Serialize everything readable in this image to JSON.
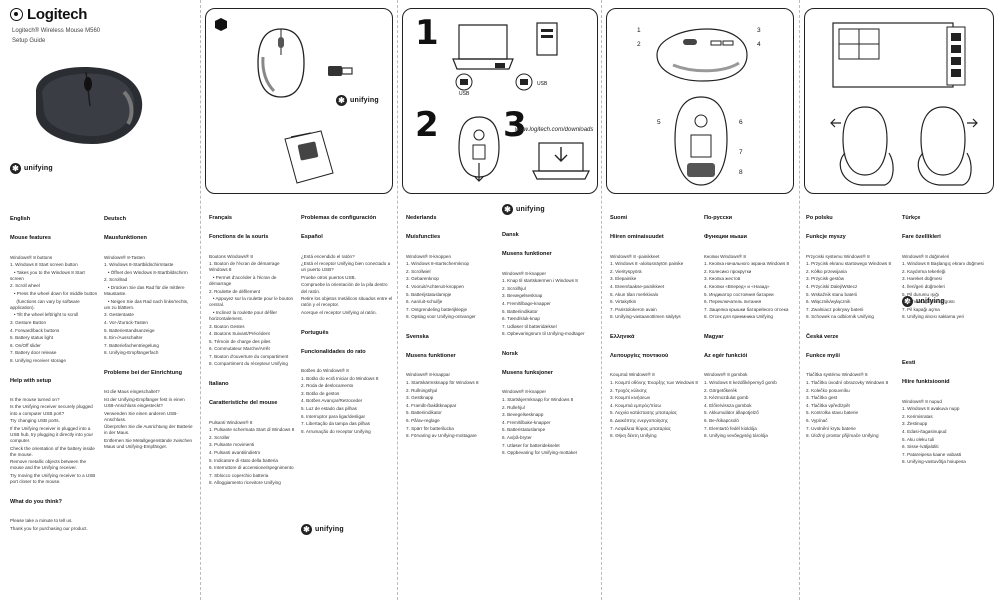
{
  "brand": {
    "name": "Logitech",
    "product": "Logitech® Wireless Mouse M560",
    "guide": "Setup Guide"
  },
  "unifying": {
    "label": "unifying"
  },
  "steps": {
    "one": "1",
    "two": "2",
    "three": "3",
    "url": "www.logitech.com/downloads"
  },
  "usb_labels": {
    "left": "USB",
    "right": "USB"
  },
  "callouts": [
    "1",
    "2",
    "3",
    "4",
    "5",
    "6",
    "7",
    "8"
  ],
  "columns": {
    "english": {
      "heading": "English",
      "subheading": "Mouse features",
      "lines": [
        "Windows® 8 buttons",
        "1. Windows 8 Start screen button",
        "   • Takes you to the Windows 8 Start screen",
        "2. Scroll wheel",
        "   • Press the wheel down for middle button",
        "     (functions can vary by software application).",
        "   • Tilt the wheel left/right to scroll",
        "3. Gesture Button",
        "4. Forward/back buttons",
        "5. Battery status light",
        "6. On/Off slider",
        "7. Battery door release",
        "8. Unifying receiver storage"
      ],
      "section2": "Help with setup",
      "lines2": [
        "Is the mouse turned on?",
        "Is the Unifying receiver securely plugged into a computer USB port?",
        "Try changing USB ports.",
        "If the Unifying receiver is plugged into a USB hub, try plugging it directly into your computer.",
        "Check the orientation of the battery inside the mouse.",
        "Remove metallic objects between the mouse and the Unifying receiver.",
        "Try moving the Unifying receiver to a USB port closer to the mouse."
      ],
      "section3": "What do you think?",
      "lines3": [
        "Please take a minute to tell us.",
        "Thank you for purchasing our product."
      ]
    },
    "deutsch": {
      "heading": "Deutsch",
      "subheading": "Mausfunktionen",
      "lines": [
        "Windows® 8-Tasten",
        "1. Windows 8-Startbildschirmtaste",
        "   • Öffnet den Windows 8-Startbildschirm",
        "2. Scrollrad",
        "   • Drücken Sie das Rad für die mittlere Maustaste.",
        "   • Neigen Sie das Rad nach links/rechts, um zu blättern.",
        "3. Gestentaste",
        "4. Vor-/Zurück-Tasten",
        "5. Batteriestandsanzeige",
        "6. Ein-/Ausschalter",
        "7. Batteriefachentriegelung",
        "8. Unifying-Empfängerfach"
      ],
      "section2": "Probleme bei der Einrichtung",
      "lines2": [
        "Ist die Maus eingeschaltet?",
        "Ist der Unifying-Empfänger fest in einen USB-Anschluss eingesteckt?",
        "Verwenden Sie einen anderen USB-Anschluss.",
        "Überprüfen Sie die Ausrichtung der Batterie in der Maus.",
        "Entfernen Sie Metallgegenstände zwischen Maus und Unifying-Empfänger."
      ]
    },
    "francais": {
      "heading": "Français",
      "subheading": "Fonctions de la souris",
      "lines": [
        "Boutons Windows® 8",
        "1. Bouton de l'écran de démarrage Windows 8",
        "   • Permet d'accéder à l'écran de démarrage",
        "2. Roulette de défilement",
        "   • Appuyez sur la roulette pour le bouton central.",
        "   • Inclinez la roulette pour défiler horizontalement.",
        "3. Bouton Gestes",
        "4. Boutons Suivant/Précédent",
        "5. Témoin de charge des piles",
        "6. Commutateur Marche/Arrêt",
        "7. Bouton d'ouverture du compartiment",
        "8. Compartiment du récepteur Unifying"
      ],
      "section2": "Italiano",
      "sub2": "Caratteristiche del mouse",
      "lines2": [
        "Pulsanti Windows® 8",
        "1. Pulsante schermata Start di Windows 8",
        "2. Scroller",
        "3. Pulsante movimenti",
        "4. Pulsanti avanti/indietro",
        "5. Indicatore di stato della batteria",
        "6. Interruttore di accensione/spegnimento",
        "7. Sblocco coperchio batteria",
        "8. Alloggiamento ricevitore Unifying"
      ]
    },
    "espanol": {
      "heading": "Problemas de configuración",
      "subheading": "Español",
      "lines": [
        "¿Está encendido el ratón?",
        "¿Está el receptor Unifying bien conectado a un puerto USB?",
        "Pruebe otros puertos USB.",
        "Compruebe la orientación de la pila dentro del ratón.",
        "Retire los objetos metálicos situados entre el ratón y el receptor.",
        "Acerque el receptor Unifying al ratón."
      ],
      "section2": "Português",
      "sub2": "Funcionalidades do rato",
      "lines2": [
        "Botões do Windows® 8",
        "1. Botão do ecrã Iniciar do Windows 8",
        "2. Roda de deslocamento",
        "3. Botão de gestos",
        "4. Botões Avançar/Retroceder",
        "5. Luz de estado das pilhas",
        "6. Interruptor para ligar/desligar",
        "7. Libertação da tampa das pilhas",
        "8. Arrumação do receptor Unifying"
      ]
    },
    "nederlands": {
      "heading": "Nederlands",
      "subheading": "Muisfuncties",
      "lines": [
        "Windows® 8-knoppen",
        "1. Windows 8-startschermknop",
        "2. Scrollwiel",
        "3. Gebarenknop",
        "4. Vooruit/Achteruit-knoppen",
        "5. Batterijstatuslampje",
        "6. Aan/uit-schuifje",
        "7. Ontgrendeling batterijklepje",
        "8. Opslag voor Unifying-ontvanger"
      ],
      "section2": "Svenska",
      "sub2": "Musens funktioner",
      "lines2": [
        "Windows® 8-knappar",
        "1. Startskärmsknapp för Windows 8",
        "2. Rullningshjul",
        "3. Gestknapp",
        "4. Framåt-/bakåtknappar",
        "5. Batteriindikator",
        "6. På/av-reglage",
        "7. Spärr för batterilucka",
        "8. Förvaring av Unifying-mottagare"
      ]
    },
    "dansk": {
      "heading": "Dansk",
      "subheading": "Musens funktioner",
      "lines": [
        "Windows® 8-knapper",
        "1. Knap til startskærmen i Windows 8",
        "2. Scrollhjul",
        "3. Bevægelsesknap",
        "4. Frem/tilbage-knapper",
        "5. Batteriindikator",
        "6. Tænd/sluk-knap",
        "7. Udløser til batteridæksel",
        "8. Opbevaringsrum til Unifying-modtager"
      ],
      "section2": "Norsk",
      "sub2": "Musens funksjoner",
      "lines2": [
        "Windows® 8-knapper",
        "1. Startskjermknapp for Windows 8",
        "2. Rullehjul",
        "3. Bevegelsesknapp",
        "4. Frem/tilbake-knapper",
        "5. Batteristatuslampe",
        "6. Av/på-bryter",
        "7. Utløser for batteridekselet",
        "8. Oppbevaring for Unifying-mottaker"
      ]
    },
    "suomi": {
      "heading": "Suomi",
      "subheading": "Hiiren ominaisuudet",
      "lines": [
        "Windows® 8 -painikkeet",
        "1. Windows 8 -aloitusnäytön painike",
        "2. Vierityspyörä",
        "3. Elepainike",
        "4. Eteen/taakse-painikkeet",
        "5. Akun tilan merkkivalo",
        "6. Virtakytkin",
        "7. Paristolokeron avain",
        "8. Unifying-vastaanottimen säilytys"
      ],
      "section2": "Ελληνικά",
      "sub2": "Λειτουργίες ποντικιού",
      "lines2": [
        "Κουμπιά Windows® 8",
        "1. Κουμπί οθόνης Έναρξης των Windows 8",
        "2. Τροχός κύλισης",
        "3. Κουμπί κινήσεων",
        "4. Κουμπιά εμπρός/πίσω",
        "5. Λυχνία κατάστασης μπαταρίας",
        "6. Διακόπτης ενεργοποίησης",
        "7. Ασφάλεια θύρας μπαταρίας",
        "8. Θήκη δέκτη Unifying"
      ]
    },
    "russian": {
      "heading": "По-русски",
      "subheading": "Функции мыши",
      "lines": [
        "Кнопки Windows® 8",
        "1. Кнопка начального экрана Windows 8",
        "2. Колесико прокрутки",
        "3. Кнопка жестов",
        "4. Кнопки «Вперед» и «Назад»",
        "5. Индикатор состояния батареи",
        "6. Переключатель питания",
        "7. Защелка крышки батарейного отсека",
        "8. Отсек для приемника Unifying"
      ],
      "section2": "Magyar",
      "sub2": "Az egér funkciói",
      "lines2": [
        "Windows® 8 gombok",
        "1. Windows 8 kezdőképernyő gomb",
        "2. Görgetőkerék",
        "3. Kézmozdulat gomb",
        "4. Előre/vissza gombok",
        "5. Akkumulátor állapotjelző",
        "6. Be-/kikapcsoló",
        "7. Elemtartó fedél kioldója",
        "8. Unifying vevőegység tárolója"
      ]
    },
    "polski": {
      "heading": "Po polsku",
      "subheading": "Funkcje myszy",
      "lines": [
        "Przyciski systemu Windows® 8",
        "1. Przycisk ekranu startowego Windows 8",
        "2. Kółko przewijania",
        "3. Przycisk gestów",
        "4. Przyciski Dalej/Wstecz",
        "5. Wskaźnik stanu baterii",
        "6. Włącznik/wyłącznik",
        "7. Zwalniacz pokrywy baterii",
        "8. Schowek na odbiornik Unifying"
      ],
      "section2": "Česká verze",
      "sub2": "Funkce myši",
      "lines2": [
        "Tlačítka systému Windows® 8",
        "1. Tlačítko úvodní obrazovky Windows 8",
        "2. Kolečko posuvníku",
        "3. Tlačítko gest",
        "4. Tlačítka vpřed/zpět",
        "5. Kontrolka stavu baterie",
        "6. Vypínač",
        "7. Uvolnění krytu baterie",
        "8. Úložný prostor přijímače Unifying"
      ]
    },
    "turkce": {
      "heading": "Türkçe",
      "subheading": "Fare özellikleri",
      "lines": [
        "Windows® 8 düğmeleri",
        "1. Windows 8 Başlangıç ekranı düğmesi",
        "2. Kaydırma tekerleği",
        "3. Hareket düğmesi",
        "4. İleri/geri düğmeleri",
        "5. Pil durumu ışığı",
        "6. Açma/Kapama sürgüsü",
        "7. Pil kapağı açma",
        "8. Unifying alıcısı saklama yeri"
      ],
      "section2": "Eesti",
      "sub2": "Hiire funktsioonid",
      "lines2": [
        "Windows® 8 nupud",
        "1. Windows 8 avakuva nupp",
        "2. Kerimisratas",
        "3. Žestinupp",
        "4. Edasi-/tagasinupud",
        "5. Aku oleku tuli",
        "6. Sisse-/väljalüliti",
        "7. Patareipesa kaane vabasti",
        "8. Unifying-vastuvõtja hoiupesa"
      ]
    }
  }
}
